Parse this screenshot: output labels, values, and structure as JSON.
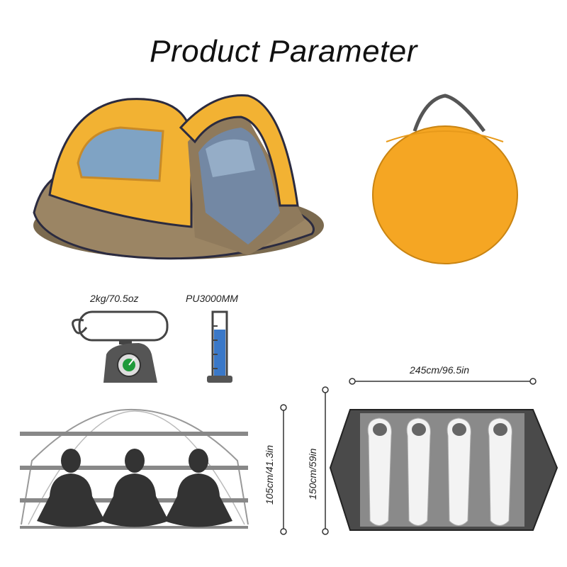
{
  "title": "Product Parameter",
  "weight": {
    "label": "2kg/70.5oz",
    "icon": "scale-icon"
  },
  "waterproof": {
    "label": "PU3000MM",
    "icon": "measuring-cylinder-icon"
  },
  "dimensions": {
    "length_label": "245cm/96.5in",
    "width_label": "150cm/59in",
    "height_label": "105cm/41.3in"
  },
  "colors": {
    "tent_yellow": "#f2b233",
    "tent_brown": "#8f7a5c",
    "bag_orange": "#f5a623",
    "floor_gray": "#5a5a5a",
    "accent_blue": "#3a78c8",
    "accent_green": "#1e9a3a"
  }
}
